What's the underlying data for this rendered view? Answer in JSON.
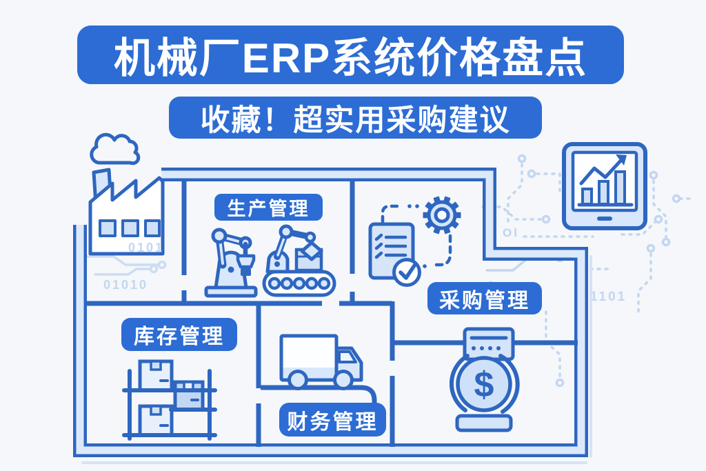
{
  "page": {
    "title_banner": "机械厂ERP系统价格盘点",
    "subtitle_banner": "收藏！超实用采购建议",
    "background": "#f5f7fa"
  },
  "colors": {
    "banner_blue": "#2c6cd4",
    "outline_blue": "#2e66c0",
    "wall_fill_light": "#d8e7fb",
    "icon_fill_light": "#d8e7fb",
    "icon_fill_lighter": "#eaf1fc",
    "icon_fill_mid": "#c2d7f4",
    "circuit_light": "#c3d6f0",
    "text_white": "#ffffff"
  },
  "rooms": {
    "production": {
      "label": "生产管理"
    },
    "procurement": {
      "label": "采购管理"
    },
    "inventory": {
      "label": "库存管理"
    },
    "finance": {
      "label": "财务管理"
    }
  },
  "decor": {
    "binary_top_left": "0101",
    "binary_bottom_left": "01010",
    "binary_right": "1101",
    "binary_small_right": "Ol",
    "coin_symbol": "$"
  },
  "icons": [
    "factory-icon",
    "smoke-icon",
    "robot-arm-icon",
    "conveyor-belt-icon",
    "document-checklist-icon",
    "check-circle-icon",
    "gear-icon",
    "tablet-chart-icon",
    "shelf-boxes-icon",
    "truck-icon",
    "receipt-icon",
    "coin-cycle-icon",
    "circuit-trace-icon"
  ]
}
